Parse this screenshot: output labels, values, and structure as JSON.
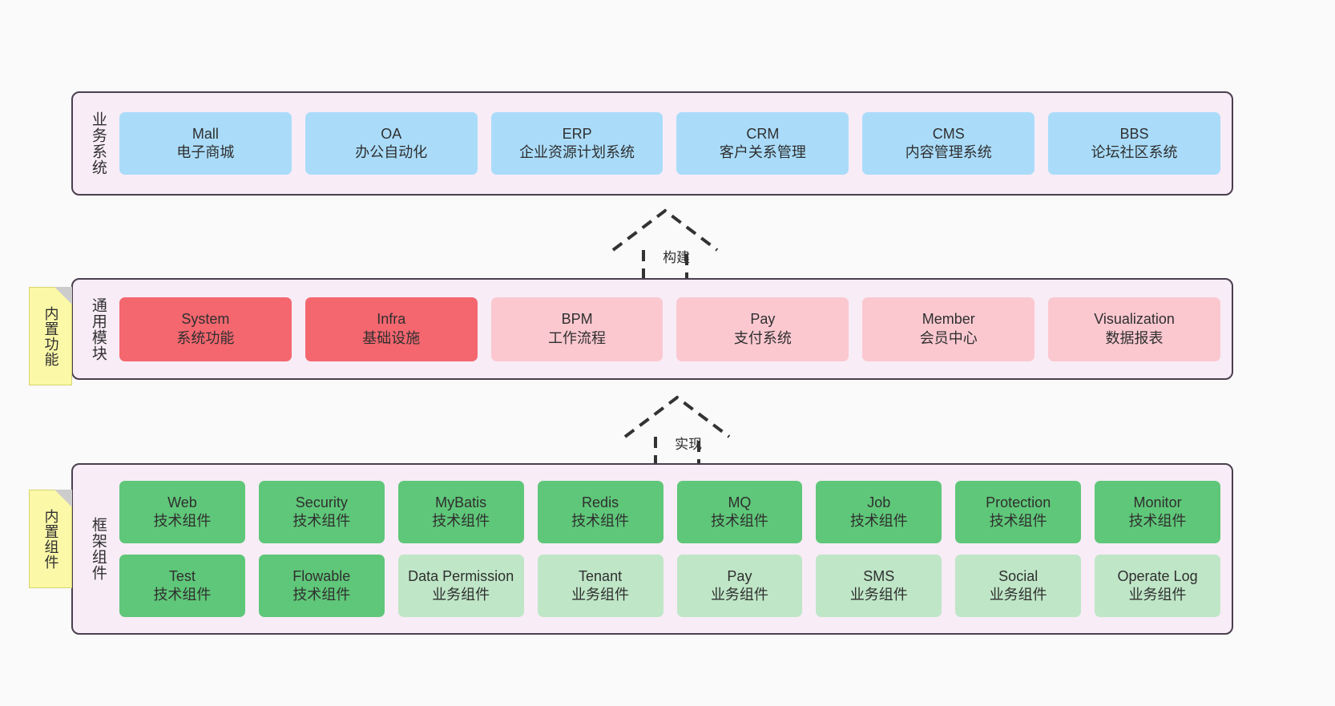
{
  "bands": [
    {
      "key": "business",
      "label": "业务系统",
      "rows": [
        [
          {
            "en": "Mall",
            "cn": "电子商城",
            "color": "#aadcfa"
          },
          {
            "en": "OA",
            "cn": "办公自动化",
            "color": "#aadcfa"
          },
          {
            "en": "ERP",
            "cn": "企业资源计划系统",
            "color": "#aadcfa"
          },
          {
            "en": "CRM",
            "cn": "客户关系管理",
            "color": "#aadcfa"
          },
          {
            "en": "CMS",
            "cn": "内容管理系统",
            "color": "#aadcfa"
          },
          {
            "en": "BBS",
            "cn": "论坛社区系统",
            "color": "#aadcfa"
          }
        ]
      ]
    },
    {
      "key": "module",
      "label": "通用模块",
      "rows": [
        [
          {
            "en": "System",
            "cn": "系统功能",
            "color": "#f4676f"
          },
          {
            "en": "Infra",
            "cn": "基础设施",
            "color": "#f4676f"
          },
          {
            "en": "BPM",
            "cn": "工作流程",
            "color": "#fbc8d0"
          },
          {
            "en": "Pay",
            "cn": "支付系统",
            "color": "#fbc8d0"
          },
          {
            "en": "Member",
            "cn": "会员中心",
            "color": "#fbc8d0"
          },
          {
            "en": "Visualization",
            "cn": "数据报表",
            "color": "#fbc8d0"
          }
        ]
      ]
    },
    {
      "key": "framework",
      "label": "框架组件",
      "rows": [
        [
          {
            "en": "Web",
            "cn": "技术组件",
            "color": "#5fc779"
          },
          {
            "en": "Security",
            "cn": "技术组件",
            "color": "#5fc779"
          },
          {
            "en": "MyBatis",
            "cn": "技术组件",
            "color": "#5fc779"
          },
          {
            "en": "Redis",
            "cn": "技术组件",
            "color": "#5fc779"
          },
          {
            "en": "MQ",
            "cn": "技术组件",
            "color": "#5fc779"
          },
          {
            "en": "Job",
            "cn": "技术组件",
            "color": "#5fc779"
          },
          {
            "en": "Protection",
            "cn": "技术组件",
            "color": "#5fc779"
          },
          {
            "en": "Monitor",
            "cn": "技术组件",
            "color": "#5fc779"
          }
        ],
        [
          {
            "en": "Test",
            "cn": "技术组件",
            "color": "#5fc779"
          },
          {
            "en": "Flowable",
            "cn": "技术组件",
            "color": "#5fc779"
          },
          {
            "en": "Data Permission",
            "cn": "业务组件",
            "color": "#bfe6c7",
            "wrap": true
          },
          {
            "en": "Tenant",
            "cn": "业务组件",
            "color": "#bfe6c7"
          },
          {
            "en": "Pay",
            "cn": "业务组件",
            "color": "#bfe6c7"
          },
          {
            "en": "SMS",
            "cn": "业务组件",
            "color": "#bfe6c7"
          },
          {
            "en": "Social",
            "cn": "业务组件",
            "color": "#bfe6c7"
          },
          {
            "en": "Operate Log",
            "cn": "业务组件",
            "color": "#bfe6c7"
          }
        ]
      ]
    }
  ],
  "notes": {
    "functions": "内置功能",
    "components": "内置组件"
  },
  "arrows": {
    "build": "构建",
    "implement": "实现"
  },
  "colors": {
    "canvas": "#fafafa",
    "band_fill": "#f8ecf6",
    "band_border": "#4a3f4e",
    "business": "#aadcfa",
    "module_primary": "#f4676f",
    "module_secondary": "#fbc8d0",
    "tech_component": "#5fc779",
    "business_component": "#bfe6c7",
    "note_fill": "#fbf8a8",
    "arrow_stroke": "#333333"
  }
}
